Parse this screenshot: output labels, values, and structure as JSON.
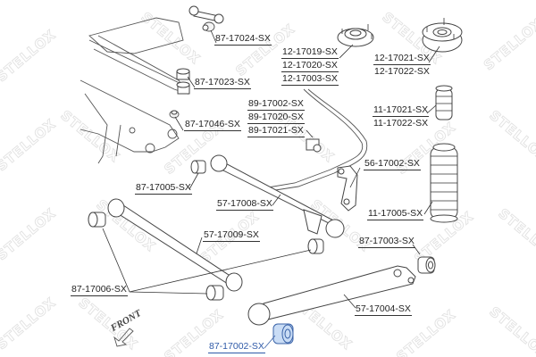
{
  "diagram": {
    "title": "Rear suspension parts diagram",
    "watermark": "STELLOX",
    "direction_label": "FRONT",
    "highlight_color": "#2f5aa8",
    "labels": [
      {
        "id": "87-17024",
        "text": "87-17024-SX"
      },
      {
        "id": "87-17023",
        "text": "87-17023-SX"
      },
      {
        "id": "87-17046",
        "text": "87-17046-SX"
      },
      {
        "id": "12-17019",
        "text": "12-17019-SX"
      },
      {
        "id": "12-17020",
        "text": "12-17020-SX"
      },
      {
        "id": "12-17003",
        "text": "12-17003-SX"
      },
      {
        "id": "12-17021",
        "text": "12-17021-SX"
      },
      {
        "id": "12-17022",
        "text": "12-17022-SX"
      },
      {
        "id": "89-17002",
        "text": "89-17002-SX"
      },
      {
        "id": "89-17020",
        "text": "89-17020-SX"
      },
      {
        "id": "89-17021",
        "text": "89-17021-SX"
      },
      {
        "id": "11-17021",
        "text": "11-17021-SX"
      },
      {
        "id": "11-17022",
        "text": "11-17022-SX"
      },
      {
        "id": "56-17002",
        "text": "56-17002-SX"
      },
      {
        "id": "87-17005",
        "text": "87-17005-SX"
      },
      {
        "id": "57-17008",
        "text": "57-17008-SX"
      },
      {
        "id": "11-17005",
        "text": "11-17005-SX"
      },
      {
        "id": "57-17009",
        "text": "57-17009-SX"
      },
      {
        "id": "87-17003",
        "text": "87-17003-SX"
      },
      {
        "id": "87-17006",
        "text": "87-17006-SX"
      },
      {
        "id": "57-17004",
        "text": "57-17004-SX"
      },
      {
        "id": "87-17002",
        "text": "87-17002-SX",
        "highlighted": true
      }
    ]
  }
}
